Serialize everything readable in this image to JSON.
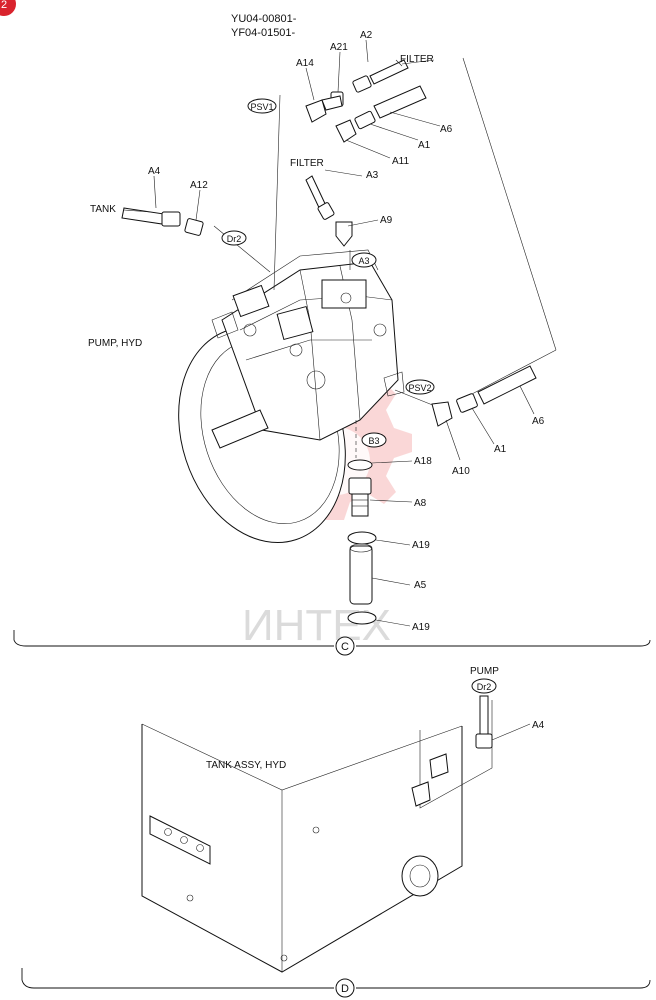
{
  "page_badge": "2",
  "header": {
    "line1": "YU04-00801-",
    "line2": "YF04-01501-"
  },
  "watermark": {
    "text": "ИНТЕХ"
  },
  "sections": {
    "c": {
      "marker": "C"
    },
    "d": {
      "marker": "D"
    }
  },
  "assemblies": {
    "pump": "PUMP, HYD",
    "tank": "TANK ASSY, HYD"
  },
  "labels": {
    "tank": "TANK",
    "filter_top": "FILTER",
    "filter_mid": "FILTER",
    "pump_ref": "PUMP",
    "a1_top": "A1",
    "a1_bottom": "A1",
    "a2": "A2",
    "a3": "A3",
    "a4_top": "A4",
    "a4_bottom": "A4",
    "a5": "A5",
    "a6_top": "A6",
    "a6_bottom": "A6",
    "a8": "A8",
    "a9": "A9",
    "a10": "A10",
    "a11": "A11",
    "a12": "A12",
    "a14": "A14",
    "a18": "A18",
    "a19_top": "A19",
    "a19_bottom": "A19",
    "a21": "A21"
  },
  "ports": {
    "psv1": "PSV1",
    "psv2": "PSV2",
    "dr2_top": "Dr2",
    "dr2_bottom": "Dr2",
    "a3": "A3",
    "b3": "B3"
  },
  "colors": {
    "line": "#111111",
    "watermark": "#e84a4a",
    "badge": "#d9232d"
  }
}
